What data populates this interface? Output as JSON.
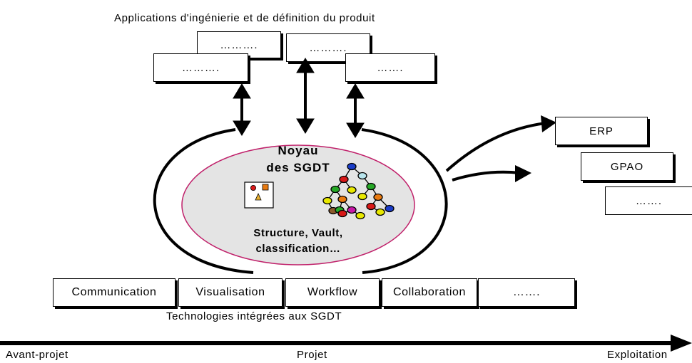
{
  "top_title": "Applications d'ingénierie et de définition du produit",
  "app_boxes": [
    "……….",
    "……….",
    "……….",
    "……."
  ],
  "core": {
    "title_line1": "Noyau",
    "title_line2": "des SGDT",
    "subtitle_line1": "Structure, Vault,",
    "subtitle_line2": "classification…"
  },
  "right_boxes": [
    "ERP",
    "GPAO",
    "……."
  ],
  "tech_boxes": [
    "Communication",
    "Visualisation",
    "Workflow",
    "Collaboration",
    "……."
  ],
  "tech_caption": "Technologies intégrées aux SGDT",
  "timeline": [
    "Avant-projet",
    "Projet",
    "Exploitation"
  ],
  "colors": {
    "ellipse_fill": "#e4e4e4",
    "ellipse_border": "#c0206a",
    "node_yellow": "#e8e800",
    "node_blue": "#1a3cc8",
    "node_green": "#26a826",
    "node_red": "#d81818",
    "node_orange": "#e87a10",
    "node_magenta": "#c818a8",
    "node_brown": "#8b5a2b",
    "node_cyan": "#b8e4ec"
  }
}
